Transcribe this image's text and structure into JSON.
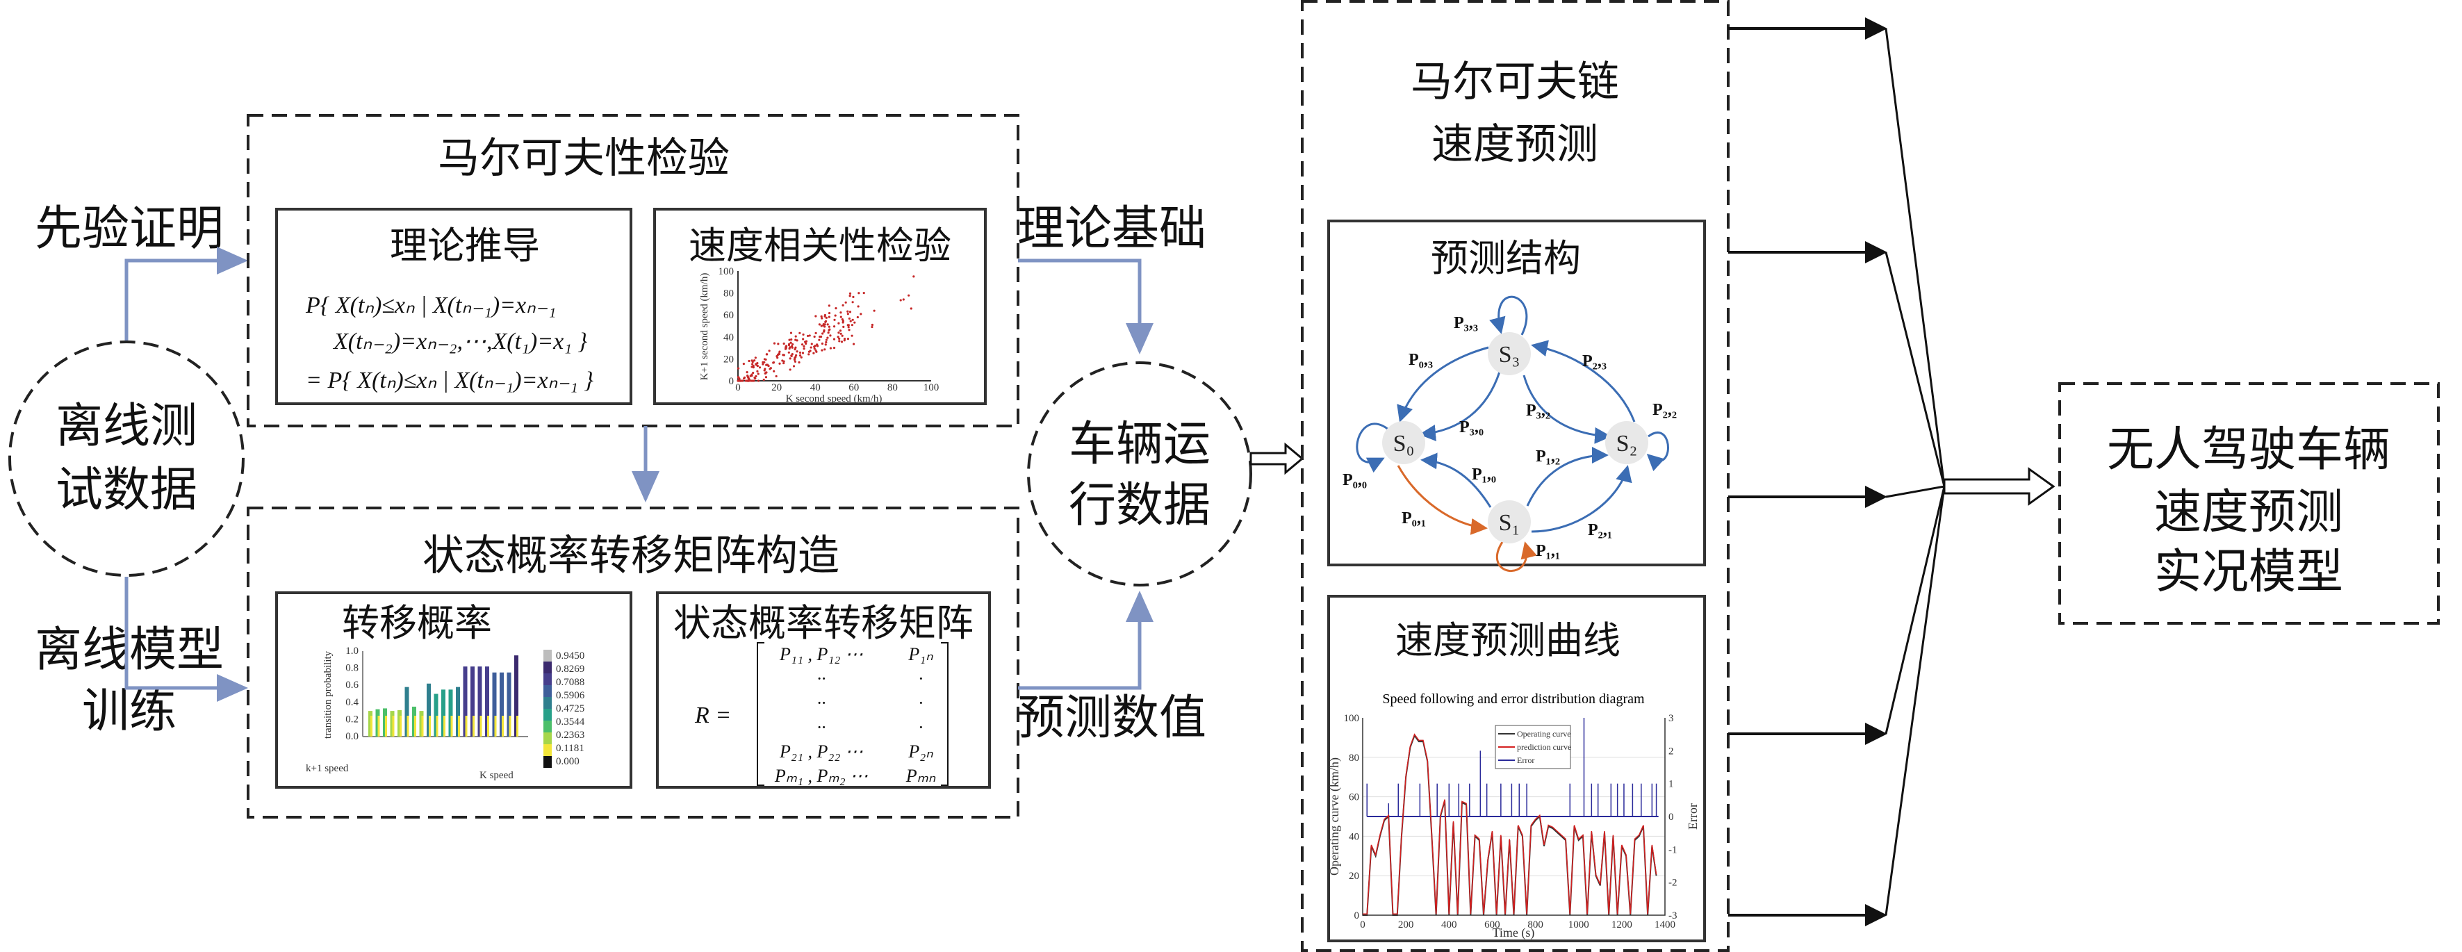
{
  "left": {
    "prior_proof": "先验证明",
    "offline_data_line1": "离线测",
    "offline_data_line2": "试数据",
    "offline_training_line1": "离线模型",
    "offline_training_line2": "训练"
  },
  "markov_test": {
    "title": "马尔可夫性检验",
    "theory": {
      "title": "理论推导",
      "eq_line1": "P{ X(tₙ)≤xₙ | X(tₙ₋₁)=xₙ₋₁",
      "eq_line2": "X(tₙ₋₂)=xₙ₋₂,⋯,X(t₁)=x₁ }",
      "eq_line3": "= P{ X(tₙ)≤xₙ | X(tₙ₋₁)=xₙ₋₁ }"
    },
    "correlation": {
      "title": "速度相关性检验",
      "xlabel": "K second speed (km/h)",
      "ylabel": "K+1 second speed (km/h)",
      "xticks": [
        "0",
        "20",
        "40",
        "60",
        "80",
        "100"
      ],
      "yticks": [
        "0",
        "20",
        "40",
        "60",
        "80",
        "100"
      ]
    }
  },
  "matrix_build": {
    "title": "状态概率转移矩阵构造",
    "transition": {
      "title": "转移概率",
      "zlabel": "transition probability",
      "zticks": [
        "0.0",
        "0.2",
        "0.4",
        "0.6",
        "0.8",
        "1.0"
      ],
      "xlabel": "k+1 speed",
      "ylabel": "K speed",
      "colorbar": [
        "0.9450",
        "0.8269",
        "0.7088",
        "0.5906",
        "0.4725",
        "0.3544",
        "0.2363",
        "0.1181",
        "0.000"
      ],
      "colorbar_colors": [
        "#bdbdbd",
        "#3b2a6e",
        "#463e8c",
        "#3e5e9a",
        "#2f7f8e",
        "#27a089",
        "#4cbf6a",
        "#a6d64a",
        "#f2e53a",
        "#111111"
      ],
      "bars": [
        0.3,
        0.32,
        0.33,
        0.3,
        0.31,
        0.58,
        0.35,
        0.3,
        0.62,
        0.5,
        0.55,
        0.55,
        0.58,
        0.82,
        0.82,
        0.82,
        0.82,
        0.75,
        0.75,
        0.75,
        0.95
      ]
    },
    "matrix": {
      "title": "状态概率转移矩阵",
      "lhs": "R =",
      "rows": [
        [
          "P₁₁ , P₁₂ ⋯",
          "P₁ₙ"
        ],
        [
          "··",
          "·"
        ],
        [
          "··",
          "·"
        ],
        [
          "··",
          "·"
        ],
        [
          "P₂₁ , P₂₂ ⋯",
          "P₂ₙ"
        ],
        [
          "Pₘ₁ , Pₘ₂ ⋯",
          "Pₘₙ"
        ]
      ]
    }
  },
  "middle": {
    "theory_basis": "理论基础",
    "predicted_values": "预测数值",
    "vehicle_data_line1": "车辆运",
    "vehicle_data_line2": "行数据"
  },
  "markov_chain": {
    "title_line1": "马尔可夫链",
    "title_line2": "速度预测",
    "structure": {
      "title": "预测结构",
      "states": [
        "S₀",
        "S₁",
        "S₂",
        "S₃"
      ],
      "labels": {
        "p00": "P₀,₀",
        "p01": "P₀,₁",
        "p03": "P₀,₃",
        "p10": "P₁,₀",
        "p11": "P₁,₁",
        "p12": "P₁,₂",
        "p21": "P₂,₁",
        "p22": "P₂,₂",
        "p23": "P₂,₃",
        "p30": "P₃,₀",
        "p32": "P₃,₂",
        "p33": "P₃,₃"
      },
      "colors": {
        "transition": "#3b6db4",
        "highlight": "#d9692a"
      }
    },
    "curve": {
      "title": "速度预测曲线"
    }
  },
  "result": {
    "line1": "无人驾驶车辆",
    "line2": "速度预测",
    "line3": "实况模型"
  },
  "chart_data": {
    "type": "line",
    "title": "Speed following and error distribution diagram",
    "xlabel": "Time (s)",
    "ylabel": "Operating curve (km/h)",
    "y2label": "Error",
    "xlim": [
      0,
      1400
    ],
    "ylim": [
      0,
      100
    ],
    "y2lim": [
      -3,
      3
    ],
    "xticks": [
      "0",
      "200",
      "400",
      "600",
      "800",
      "1000",
      "1200",
      "1400"
    ],
    "yticks": [
      "0",
      "20",
      "40",
      "60",
      "80",
      "100"
    ],
    "y2ticks": [
      "-3",
      "-2",
      "-1",
      "0",
      "1",
      "2",
      "3"
    ],
    "legend": [
      "Operating curve",
      "prediction curve",
      "Error"
    ],
    "legend_position": "top-center",
    "colors": {
      "operating": "#333333",
      "prediction": "#d42020",
      "error": "#2a2a9a"
    },
    "x": [
      0,
      20,
      40,
      60,
      80,
      100,
      120,
      140,
      160,
      180,
      200,
      220,
      240,
      260,
      280,
      300,
      320,
      340,
      360,
      380,
      400,
      420,
      440,
      460,
      480,
      500,
      520,
      540,
      560,
      580,
      600,
      620,
      640,
      660,
      680,
      700,
      720,
      740,
      760,
      780,
      800,
      820,
      840,
      860,
      880,
      900,
      920,
      940,
      960,
      980,
      1000,
      1020,
      1040,
      1060,
      1080,
      1100,
      1120,
      1140,
      1160,
      1180,
      1200,
      1220,
      1240,
      1260,
      1280,
      1300,
      1320,
      1340,
      1360
    ],
    "speed": [
      0,
      0,
      35,
      30,
      40,
      48,
      50,
      0,
      0,
      40,
      70,
      85,
      91,
      88,
      88,
      78,
      40,
      0,
      50,
      58,
      0,
      47,
      0,
      57,
      56,
      0,
      40,
      38,
      0,
      28,
      42,
      0,
      40,
      0,
      38,
      0,
      45,
      40,
      0,
      45,
      48,
      50,
      35,
      45,
      44,
      42,
      40,
      38,
      0,
      45,
      38,
      40,
      0,
      42,
      20,
      15,
      42,
      0,
      40,
      0,
      35,
      30,
      0,
      38,
      40,
      45,
      0,
      35,
      20
    ],
    "error_spikes": [
      [
        20,
        1
      ],
      [
        120,
        0.4
      ],
      [
        165,
        1
      ],
      [
        265,
        1
      ],
      [
        345,
        1
      ],
      [
        400,
        1
      ],
      [
        445,
        1
      ],
      [
        495,
        1
      ],
      [
        545,
        2
      ],
      [
        575,
        1
      ],
      [
        640,
        1
      ],
      [
        690,
        1
      ],
      [
        725,
        1
      ],
      [
        760,
        1
      ],
      [
        960,
        1
      ],
      [
        1025,
        3
      ],
      [
        1060,
        1
      ],
      [
        1090,
        1
      ],
      [
        1150,
        1
      ],
      [
        1180,
        1
      ],
      [
        1210,
        1
      ],
      [
        1250,
        1
      ],
      [
        1290,
        1
      ],
      [
        1340,
        1
      ],
      [
        1360,
        1
      ]
    ]
  }
}
